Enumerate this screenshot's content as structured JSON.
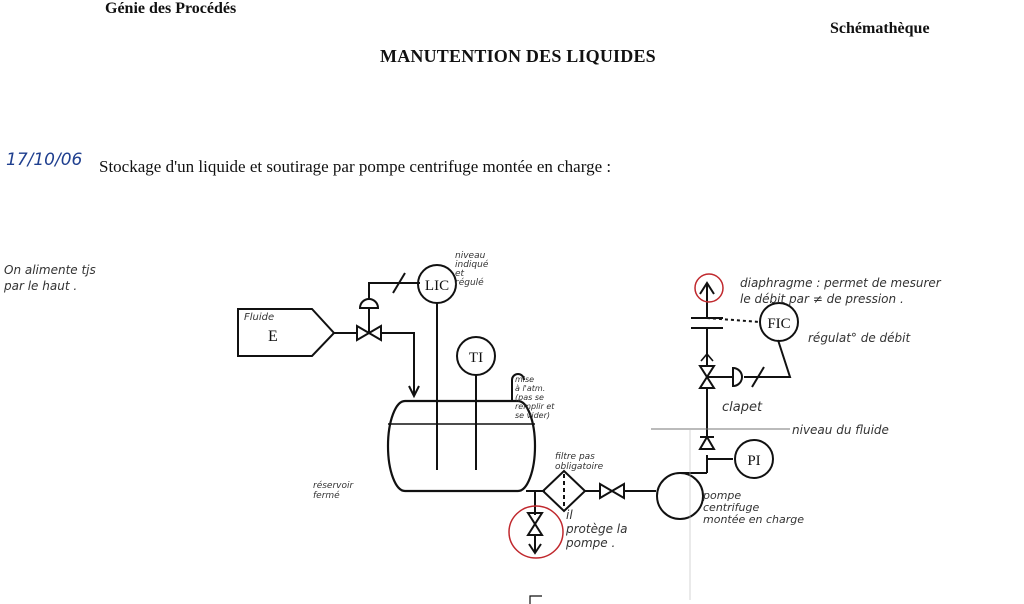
{
  "header": {
    "left": "Génie des Procédés",
    "right": "Schémathèque",
    "title": "MANUTENTION DES LIQUIDES"
  },
  "section": {
    "date": "17/10/06",
    "subtitle": "Stockage d'un liquide et soutirage par pompe centrifuge montée en charge :"
  },
  "side_note": "On alimente tjs\npar le haut .",
  "diagram": {
    "instruments": {
      "lic": "LIC",
      "ti": "TI",
      "fic": "FIC",
      "pi": "PI"
    },
    "inlet": {
      "label": "E",
      "tag": "Fluide"
    },
    "annotations": {
      "niveau": "niveau\nindiqué\net\nrégulé",
      "mise_atm": "mise\nà l'atm.\n(pas se\nremplir et\nse vider)",
      "reservoir": "réservoir\nfermé",
      "filtre": "filtre pas\nobligatoire",
      "protege": "il\nprotège la\npompe .",
      "pompe": "pompe\ncentrifuge\nmontée en charge",
      "clapet": "clapet",
      "niveau_fluide": "niveau du fluide",
      "regulat": "régulat° de débit",
      "diaphragme": "diaphragme : permet de mesurer\nle débit par ≠ de pression ."
    }
  },
  "colors": {
    "ink": "#111111",
    "date_blue": "#1f3f8f",
    "circle_red": "#c0282d",
    "pencil": "#555555"
  }
}
